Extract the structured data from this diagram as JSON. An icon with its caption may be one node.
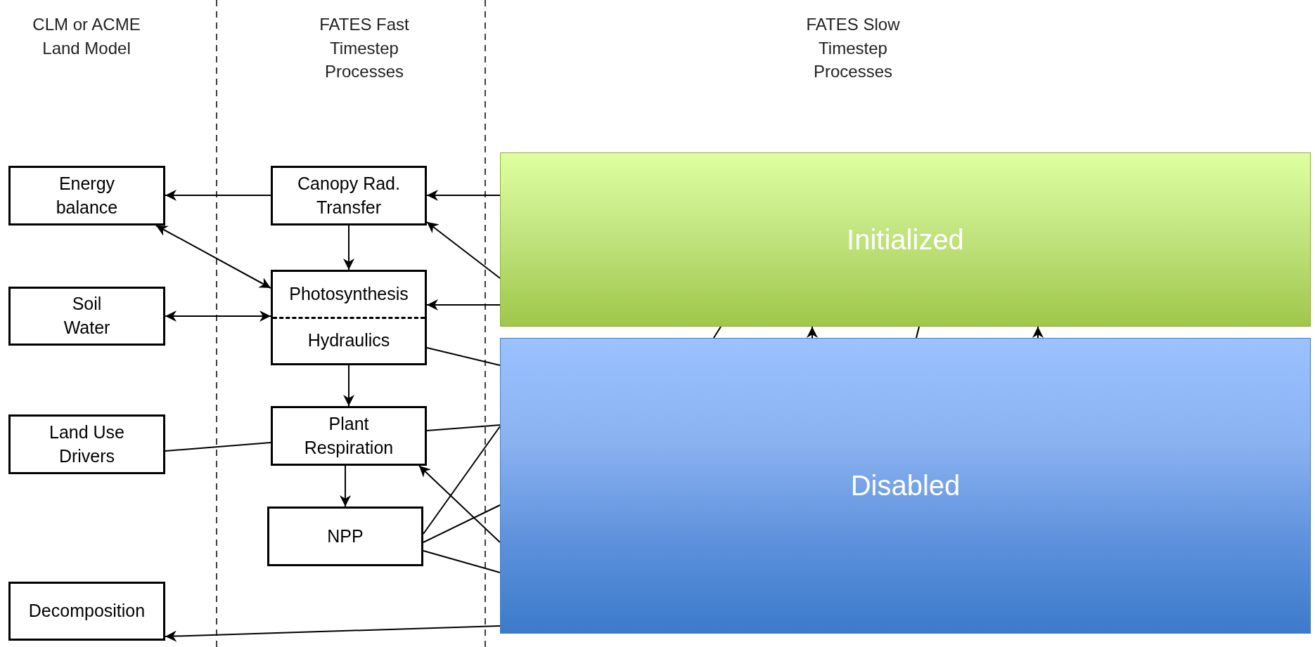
{
  "diagram": {
    "nodes": [
      {
        "text": [
          "Energy balance"
        ]
      },
      {
        "text": [
          "Canopy Rad. Transfer"
        ]
      },
      {
        "text": [
          "Photosynthesis",
          "Hydraulics"
        ]
      },
      {
        "text": [
          "Soil Water"
        ]
      },
      {
        "text": [
          "Land Use Drivers"
        ]
      },
      {
        "text": [
          "Plant Respiration"
        ]
      },
      {
        "text": [
          "NPP"
        ]
      },
      {
        "text": [
          "Decomposition"
        ]
      },
      {
        "text": [
          "Initialized"
        ]
      },
      {
        "text": [
          "Disabled"
        ]
      }
    ],
    "edges": [
      {
        "from": 1,
        "to": 0,
        "arrow": "to"
      },
      {
        "from": 8,
        "to": 1,
        "arrow": "to"
      },
      {
        "from": 0,
        "to": 2,
        "arrow": "both"
      },
      {
        "from": 1,
        "to": 2,
        "arrow": "to"
      },
      {
        "from": 8,
        "to": 1,
        "arrow": "to"
      },
      {
        "from": 3,
        "to": 2,
        "arrow": "both"
      },
      {
        "from": 8,
        "to": 2,
        "arrow": "to"
      },
      {
        "from": 2,
        "to": 9,
        "arrow": "none"
      },
      {
        "from": 2,
        "to": 5,
        "arrow": "to"
      },
      {
        "from": 4,
        "to": 5,
        "arrow": "none"
      },
      {
        "from": 5,
        "to": 9,
        "arrow": "none"
      },
      {
        "from": 5,
        "to": 6,
        "arrow": "to"
      },
      {
        "from": 9,
        "to": 5,
        "arrow": "to"
      },
      {
        "from": 6,
        "to": 9,
        "arrow": "none"
      },
      {
        "from": 6,
        "to": 9,
        "arrow": "none"
      },
      {
        "from": 6,
        "to": 9,
        "arrow": "none"
      },
      {
        "from": 9,
        "to": 7,
        "arrow": "to"
      },
      {
        "from": 9,
        "to": 8,
        "arrow": "none"
      },
      {
        "from": 9,
        "to": 8,
        "arrow": "to"
      },
      {
        "from": 9,
        "to": 8,
        "arrow": "none"
      },
      {
        "from": 9,
        "to": 8,
        "arrow": "to"
      }
    ],
    "labels": [
      "CLM or ACME Land Model",
      "FATES Fast Timestep Processes",
      "FATES Slow Timestep Processes"
    ]
  }
}
